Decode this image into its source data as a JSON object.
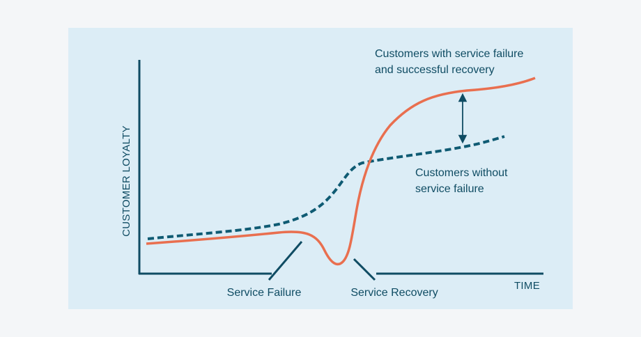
{
  "axes": {
    "y_label": "CUSTOMER LOYALTY",
    "x_label": "TIME"
  },
  "curves": {
    "recovery": {
      "label_line1": "Customers with service failure",
      "label_line2": "and successful recovery"
    },
    "no_failure": {
      "label_line1": "Customers without",
      "label_line2": "service failure"
    }
  },
  "events": {
    "failure": "Service Failure",
    "recovery": "Service Recovery"
  },
  "colors": {
    "panel": "#dcedf6",
    "axis": "#0f4c63",
    "recovery_curve": "#e96f4f",
    "no_failure_curve": "#0f5b73",
    "text": "#0f4c63"
  }
}
